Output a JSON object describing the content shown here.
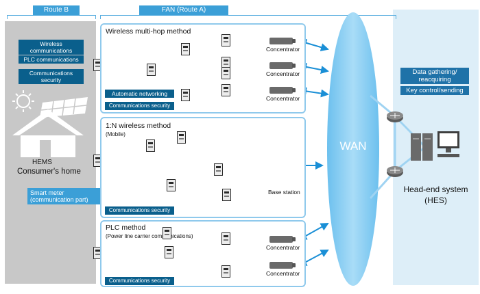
{
  "headers": {
    "route_b": "Route B",
    "fan": "FAN (Route A)"
  },
  "consumer": {
    "tags": [
      "Wireless communications",
      "PLC communications",
      "Communications security"
    ],
    "hems": "HEMS",
    "home": "Consumer's home",
    "smart_meter": "Smart meter (communication part)"
  },
  "multihop": {
    "title": "Wireless multi-hop method",
    "tags": [
      "Automatic networking",
      "Communications security"
    ],
    "concentrator": "Concentrator"
  },
  "wireless": {
    "title": "1:N wireless method",
    "subtitle": "(Mobile)",
    "base_station": "Base station",
    "security": "Communications security"
  },
  "plc": {
    "title": "PLC method",
    "subtitle": "(Power line carrier communications)",
    "concentrator": "Concentrator",
    "security": "Communications security"
  },
  "wan": "WAN",
  "hes": {
    "tags": [
      "Data gathering/ reacquiring",
      "Key control/sending"
    ],
    "title": "Head-end system",
    "abbr": "(HES)"
  },
  "colors": {
    "accent": "#3b9fd7",
    "dark_tag": "#0a5f8c",
    "panel_border": "#8fc9ec",
    "grey_area": "#c8c8c8",
    "hes_area": "#ddeef8"
  }
}
